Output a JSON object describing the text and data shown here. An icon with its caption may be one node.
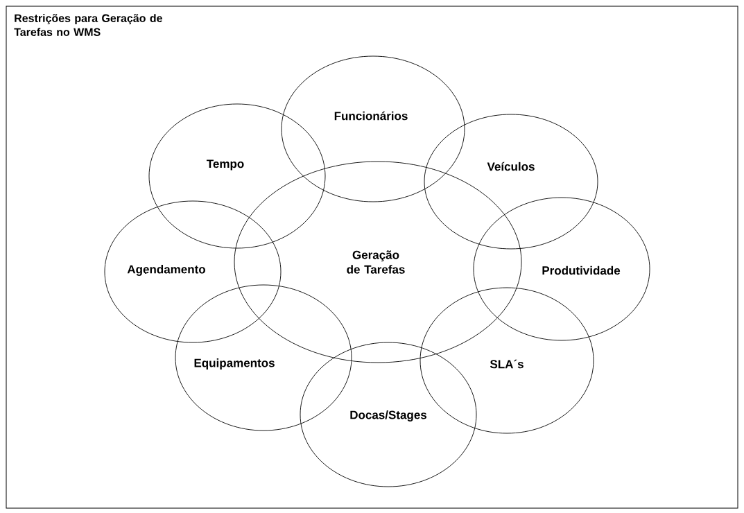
{
  "diagram": {
    "title": "Restrições para Geração de Tarefas no WMS",
    "nodes": [
      {
        "text": [
          "Funcionários"
        ]
      },
      {
        "text": [
          "Tempo"
        ]
      },
      {
        "text": [
          "Veículos"
        ]
      },
      {
        "text": [
          "Agendamento"
        ]
      },
      {
        "text": [
          "Geração de Tarefas"
        ]
      },
      {
        "text": [
          "Produtividade"
        ]
      },
      {
        "text": [
          "Equipamentos"
        ]
      },
      {
        "text": [
          "SLA´s"
        ]
      },
      {
        "text": [
          "Docas/Stages"
        ]
      }
    ]
  }
}
